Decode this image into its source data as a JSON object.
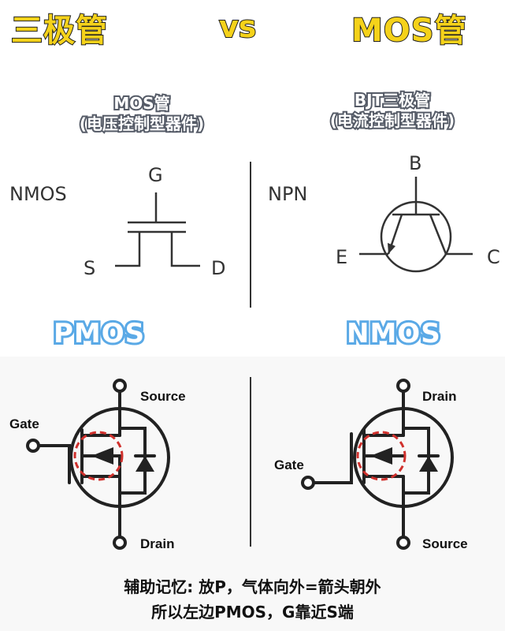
{
  "header": {
    "left_title": "三极管",
    "vs": "vs",
    "right_title": "MOS管"
  },
  "top_left": {
    "title_line1": "MOS管",
    "title_line2": "(电压控制型器件)",
    "device_label": "NMOS",
    "pins": {
      "gate": "G",
      "source": "S",
      "drain": "D"
    }
  },
  "top_right": {
    "title_line1": "BJT三极管",
    "title_line2": "(电流控制型器件)",
    "device_label": "NPN",
    "pins": {
      "base": "B",
      "emitter": "E",
      "collector": "C"
    }
  },
  "bottom_left": {
    "title": "PMOS",
    "pins": {
      "gate": "Gate",
      "source": "Source",
      "drain": "Drain"
    }
  },
  "bottom_right": {
    "title": "NMOS",
    "pins": {
      "gate": "Gate",
      "source": "Source",
      "drain": "Drain"
    }
  },
  "footer": {
    "line1": "辅助记忆: 放P，气体向外=箭头朝外",
    "line2": "所以左边PMOS，G靠近S端"
  },
  "colors": {
    "title_yellow": "#f5d21a",
    "subtitle_stroke": "#555b67",
    "blue_title": "#5aa9e6",
    "highlight_red": "#d0312d"
  }
}
